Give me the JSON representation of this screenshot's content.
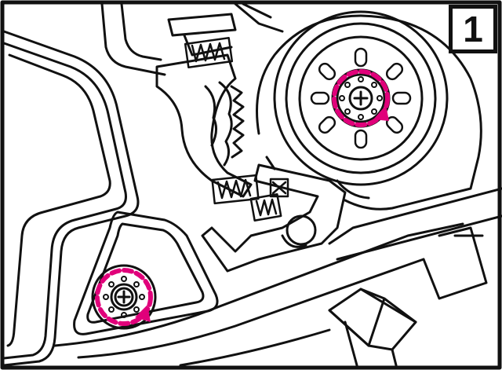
{
  "diagram": {
    "step_number": "1",
    "colors": {
      "line": "#111111",
      "background": "#ffffff",
      "highlight": "#e0007a"
    },
    "callouts": [
      {
        "name": "upper-screw-highlight",
        "icon": "rotation-arrow-icon"
      },
      {
        "name": "lower-screw-highlight",
        "icon": "rotation-arrow-icon"
      }
    ]
  }
}
